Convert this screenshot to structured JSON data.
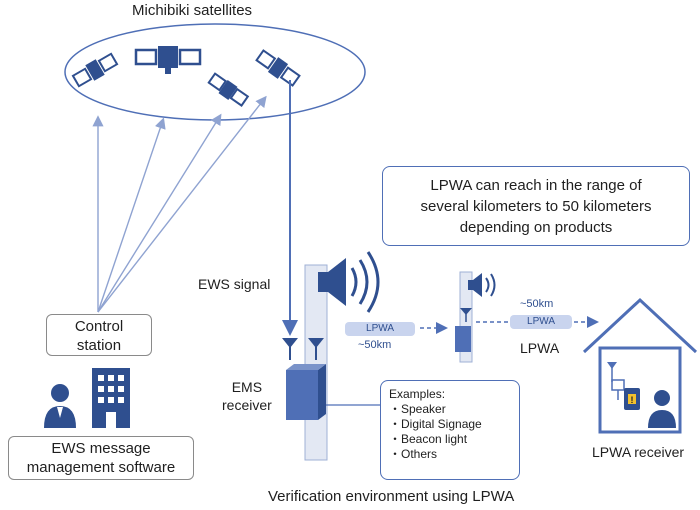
{
  "satellites": {
    "title": "Michibiki satellites"
  },
  "control_station": {
    "label_line1": "Control",
    "label_line2": "station"
  },
  "software": {
    "line1": "EWS message",
    "line2": "management software"
  },
  "ews_signal": "EWS signal",
  "ems_receiver": {
    "line1": "EMS",
    "line2": "receiver"
  },
  "lpwa_link1": {
    "tag": "LPWA",
    "distance": "~50km"
  },
  "lpwa_link2": {
    "tag": "LPWA",
    "distance": "~50km"
  },
  "lpwa_label": "LPWA",
  "note": {
    "line1": "LPWA can reach in the range of",
    "line2": "several kilometers to 50 kilometers",
    "line3": "depending on products"
  },
  "examples": {
    "title": "Examples:",
    "items": [
      "・Speaker",
      "・Digital Signage",
      "・Beacon light",
      "・Others"
    ]
  },
  "lpwa_receiver": "LPWA receiver",
  "caption": "Verification environment using LPWA",
  "colors": {
    "accent": "#2f4f8f",
    "line": "#8fa3d1",
    "tag_bg": "#c9d4ee",
    "outline": "#4f6fb6"
  }
}
